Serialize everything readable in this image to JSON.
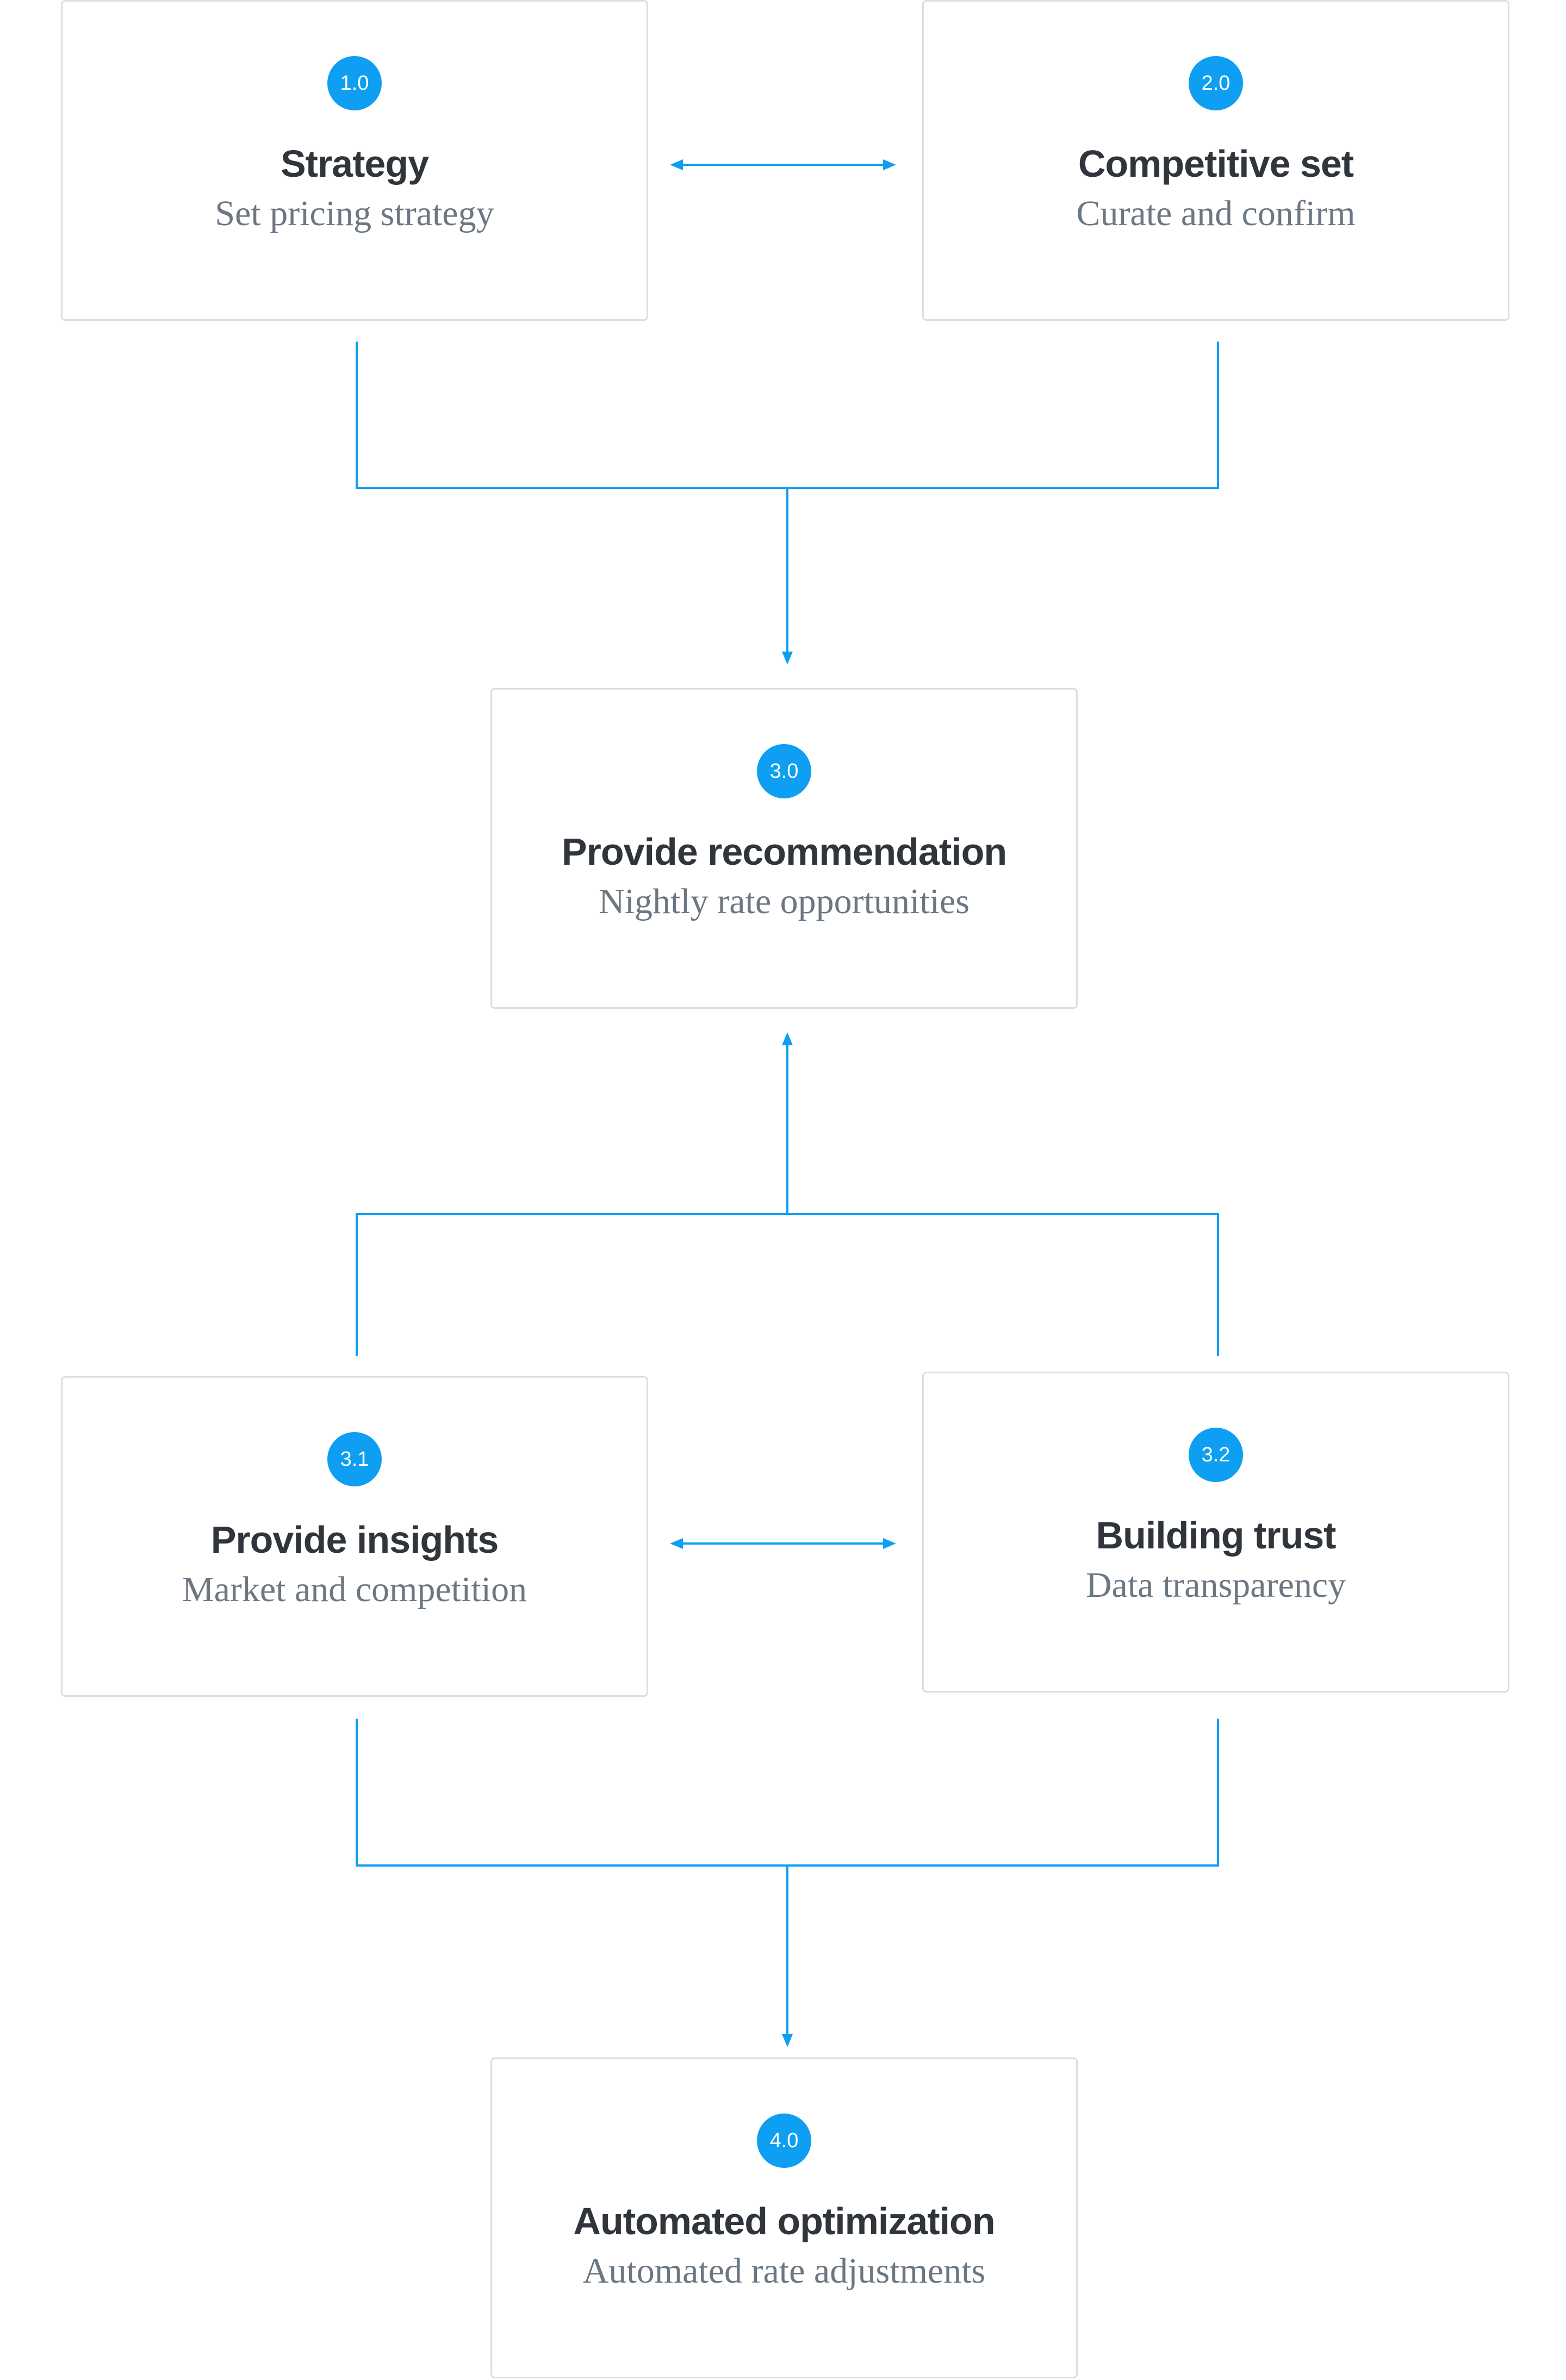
{
  "colors": {
    "accent": "#0e9ff2",
    "connector": "#0e9ff2",
    "box_border": "#dadee3",
    "title_text": "#2f353b",
    "subtitle_text": "#6b7782"
  },
  "nodes": [
    {
      "badge": "1.0",
      "title": "Strategy",
      "subtitle": "Set pricing strategy"
    },
    {
      "badge": "2.0",
      "title": "Competitive set",
      "subtitle": "Curate and confirm"
    },
    {
      "badge": "3.0",
      "title": "Provide recommendation",
      "subtitle": "Nightly rate opportunities"
    },
    {
      "badge": "3.1",
      "title": "Provide insights",
      "subtitle": "Market and competition"
    },
    {
      "badge": "3.2",
      "title": "Building trust",
      "subtitle": "Data transparency"
    },
    {
      "badge": "4.0",
      "title": "Automated optimization",
      "subtitle": "Automated rate adjustments"
    }
  ],
  "connections": [
    {
      "from": "1.0",
      "to": "2.0",
      "type": "bidirectional"
    },
    {
      "from": "1.0",
      "to": "3.0",
      "type": "merge-arrow"
    },
    {
      "from": "2.0",
      "to": "3.0",
      "type": "merge-arrow"
    },
    {
      "from": "3.1",
      "to": "3.0",
      "type": "merge-arrow"
    },
    {
      "from": "3.2",
      "to": "3.0",
      "type": "merge-arrow"
    },
    {
      "from": "3.1",
      "to": "3.2",
      "type": "bidirectional"
    },
    {
      "from": "3.1",
      "to": "4.0",
      "type": "merge-arrow"
    },
    {
      "from": "3.2",
      "to": "4.0",
      "type": "merge-arrow"
    }
  ]
}
